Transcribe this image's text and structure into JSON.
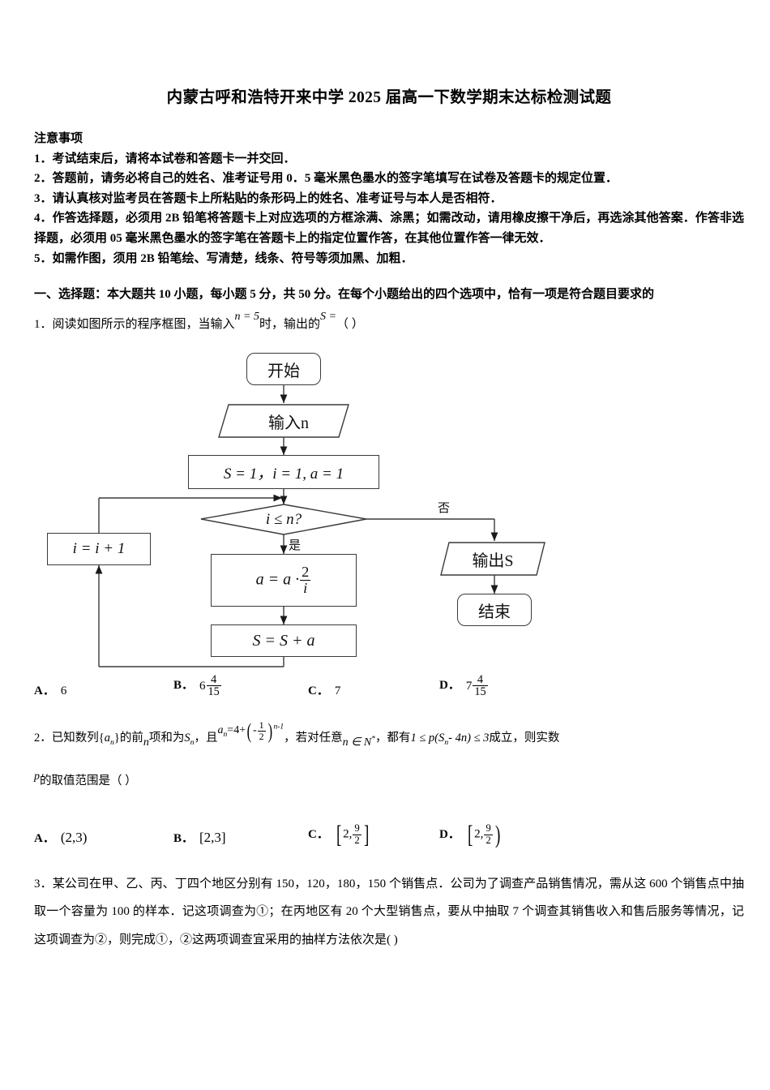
{
  "document": {
    "title": "内蒙古呼和浩特开来中学 2025 届高一下数学期末达标检测试题",
    "notice_heading": "注意事项",
    "notices": [
      "1．考试结束后，请将本试卷和答题卡一并交回．",
      "2．答题前，请务必将自己的姓名、准考证号用 0．5 毫米黑色墨水的签字笔填写在试卷及答题卡的规定位置．",
      "3．请认真核对监考员在答题卡上所粘贴的条形码上的姓名、准考证号与本人是否相符．",
      "4．作答选择题，必须用 2B 铅笔将答题卡上对应选项的方框涂满、涂黑；如需改动，请用橡皮擦干净后，再选涂其他答案．作答非选择题，必须用 05 毫米黑色墨水的签字笔在答题卡上的指定位置作答，在其他位置作答一律无效．",
      "5．如需作图，须用 2B 铅笔绘、写清楚，线条、符号等须加黑、加粗．"
    ],
    "section_heading": "一、选择题：本大题共 10 小题，每小题 5 分，共 50 分。在每个小题给出的四个选项中，恰有一项是符合题目要求的"
  },
  "q1": {
    "number": "1．",
    "text_before": "阅读如图所示的程序框图，当输入",
    "input_value": "n = 5",
    "text_middle": "时，输出的",
    "output_var": "S =",
    "blank": "（    ）",
    "options": [
      {
        "label": "A．",
        "value": "6",
        "type": "plain"
      },
      {
        "label": "B．",
        "value": "6 4/15",
        "type": "mixed",
        "whole": "6",
        "num": "4",
        "den": "15"
      },
      {
        "label": "C．",
        "value": "7",
        "type": "plain"
      },
      {
        "label": "D．",
        "value": "7 4/15",
        "type": "mixed",
        "whole": "7",
        "num": "4",
        "den": "15"
      }
    ]
  },
  "flowchart": {
    "start": "开始",
    "input": "输入n",
    "init": "S = 1，i = 1, a = 1",
    "decision": "i ≤ n?",
    "yes_label": "是",
    "no_label": "否",
    "increment": "i = i + 1",
    "process_a_prefix": "a = a ·",
    "process_a_num": "2",
    "process_a_den": "i",
    "process_s": "S = S + a",
    "output": "输出S",
    "end": "结束"
  },
  "q2": {
    "number": "2．",
    "line1_a": "已知数列",
    "seq_term": "a",
    "seq_sub": "n",
    "line1_b": "的前",
    "n_var": "n",
    "line1_c": "项和为",
    "sum_var": "S",
    "sum_sub": "n",
    "line1_d": "，且",
    "formula_lhs": "a",
    "formula_lhs_sub": "n",
    "formula_eq": "=4+",
    "formula_frac_num": "1",
    "formula_frac_den": "2",
    "formula_exp": "n-1",
    "line1_e": "，若对任意",
    "domain": "n ∈ N",
    "domain_sup": "*",
    "line1_f": "，都有",
    "inequality": "1 ≤ p(S",
    "inequality_sub": "n",
    "inequality_tail": "- 4n) ≤ 3",
    "line1_g": "成立，则实数",
    "line2_var": "p",
    "line2_text": "的取值范围是（    ）",
    "options": [
      {
        "label": "A．",
        "value": "(2,3)",
        "type": "interval"
      },
      {
        "label": "B．",
        "value": "[2,3]",
        "type": "interval"
      },
      {
        "label": "C．",
        "value": "[2, 9/2]",
        "type": "frac-interval",
        "open": "[",
        "first": "2,",
        "num": "9",
        "den": "2",
        "close": "]"
      },
      {
        "label": "D．",
        "value": "[2, 9/2)",
        "type": "frac-interval",
        "open": "[",
        "first": "2,",
        "num": "9",
        "den": "2",
        "close": ")"
      }
    ]
  },
  "q3": {
    "number": "3．",
    "text": "某公司在甲、乙、丙、丁四个地区分别有 150，120，180，150 个销售点．公司为了调查产品销售情况，需从这 600 个销售点中抽取一个容量为 100 的样本．记这项调查为①；在丙地区有 20 个大型销售点，要从中抽取 7 个调查其销售收入和售后服务等情况，记这项调查为②，则完成①，②这两项调查宜采用的抽样方法依次是(      )"
  },
  "colors": {
    "text": "#000000",
    "flowchart_stroke": "#3a3a3a",
    "background": "#ffffff"
  }
}
